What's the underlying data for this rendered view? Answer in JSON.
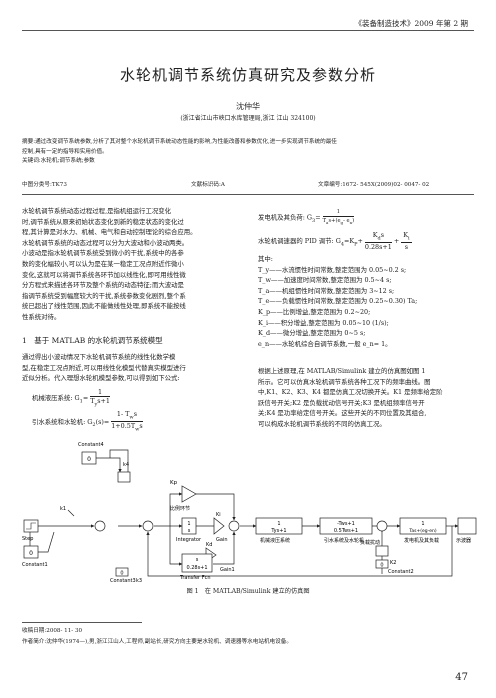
{
  "header": {
    "journal": "《装备制造技术》2009 年第 2 期"
  },
  "title": "水轮机调节系统仿真研究及参数分析",
  "author": "沈仲华",
  "affiliation": "(浙江省江山市峡口水库管理局,浙江 江山 324100)",
  "abstract": {
    "line1": "摘要:通过改变调节系统参数,分析了其对整个水轮机调节系统动态性能的影响,为性能改善和参数优化,进一步实现调节系统的最佳",
    "line2": "控制,具有一定的指导和实用价值。",
    "keywords": "关键词:水轮机;调节系统;参数"
  },
  "meta": {
    "clc": "中图分类号:TK73",
    "doc_code": "文献标识码:A",
    "article_no": "文章编号:1672- 545X(2009)02- 0047- 02"
  },
  "left": {
    "intro": [
      "水轮机调节系统动态过程过程,是指机组运行工况变化",
      "时,调节系统从原来初始状态变化到新的稳定状态的变化过",
      "程,其计算是对水力、机械、电气和自动控制理论的综合应用。",
      "水轮机调节系统的动态过程可以分为大波动和小波动两类。",
      "小波动是指水轮机调节系统受到微小的干扰,系统中的各参",
      "数的变化幅较小,可以认为是在某一稳定工况点附近作微小",
      "变化,这就可以将调节系统各环节加以线性化,即可用线性微",
      "分方程式来描述各环节及整个系统的动态特征;而大波动是",
      "指调节系统受到幅度较大的干扰,系统参数变化剧烈,整个系",
      "统已超出了线性范围,因此不能做线性处理,即系统不能按线",
      "性系统对待。"
    ],
    "section1": "1　基于 MATLAB 的水轮机调节系统模型",
    "model_text": [
      "通过得出小波动情况下水轮机调节系统的线性化数学模",
      "型,在稳定工况点附近,可以用线性化模型代替真实模型进行",
      "近似分析。代入理想水轮机模型参数,可以得到如下公式:"
    ],
    "eq1_label": "机械液压系统: G",
    "eq1_sub": "1",
    "eq1_num": "1",
    "eq1_den": "T",
    "eq1_den_sub": "y",
    "eq1_den_tail": "s+1",
    "eq2_label": "引水系统和水轮机: G",
    "eq2_sub": "2",
    "eq2_tail": "(s)=",
    "eq2_num": "1- T",
    "eq2_num_sub": "w",
    "eq2_num_tail": "s",
    "eq2_den": "1+0.5T",
    "eq2_den_sub": "w",
    "eq2_den_tail": "s"
  },
  "right": {
    "eq3_label": "发电机及其负荷: G",
    "eq3_sub": "3",
    "eq3_eq": "=",
    "eq3_num": "1",
    "eq3_den": "T",
    "eq3_den_sub": "a",
    "eq3_den_mid": "s+(e",
    "eq3_den_sub2": "g",
    "eq3_den_mid2": "- e",
    "eq3_den_sub3": "n",
    "eq3_den_tail": ")",
    "eq4_label": "水轮机调速器的 PID 调节: G",
    "eq4_sub": "4",
    "eq4_eq": "=K",
    "eq4_k": "P",
    "eq4_plus": "+",
    "eq4_num": "K",
    "eq4_num_sub": "d",
    "eq4_num_tail": "s",
    "eq4_den": "0.28s+1",
    "eq4_plus2": "+",
    "eq4_num2": "K",
    "eq4_num2_sub": "i",
    "eq4_den2": "s",
    "where": "其中:",
    "defs": [
      "T_y——水流惯性时间常数,整定范围为 0.05~0.2 s;",
      "T_w——加速度时间常数,整定范围为 0.5~4 s;",
      "T_a——机组惯性时间常数,整定范围为 3~12 s;",
      "T_e——负载惯性时间常数,整定范围为 0.25~0.30) Ta;",
      "K_p——比例增益,整定范围为 0.2~20;",
      "K_i——积分增益,整定范围为 0.05~10 (1/s);",
      "K_d——微分增益,整定范围为 0~5 s;",
      "e_n——水轮机综合自调节系数,一般 e_n= 1。"
    ],
    "matlab_text": [
      "根据上述原理,在 MATLAB/Simulink 建立的仿真图如图 1",
      "所示。它可以仿真水轮机调节系统各种工况下的频率曲线。图",
      "中,K1、K2、K3、K4 都是仿真工况切换开关。K1 是频率给定阶",
      "跃信号开关;K2 是负载扰动信号开关;K3 是机组频率信号开",
      "关;K4 是功率给定信号开关。这些开关的不同位置及其组合,",
      "可以构成水轮机调节系统的不同的仿真工况。"
    ]
  },
  "figure": {
    "constant4": "Constant4",
    "zero": "0",
    "k4": "k4",
    "kp": "Kp",
    "fig_label": "比例环节",
    "k1": "k1",
    "step": "Step",
    "constant1": "Constant1",
    "integrator": "Integrator",
    "integ_num": "1",
    "integ_den": "s",
    "gain": "Gain",
    "ki": "Ki",
    "kd": "Kd",
    "tf_num": "s",
    "tf_den": "0.28s+1",
    "transfer_fcn": "Transfer Fcn",
    "gain1": "Gain1",
    "mech_num": "1",
    "mech_den": "Tys+1",
    "mech_label": "机械液压系统",
    "water_num": "-Tws+1",
    "water_den": "0.5Tws+1",
    "water_label": "引水系统及水轮机",
    "gen_num": "1",
    "gen_den": "Tas+(eg-en)",
    "gen_label": "发电机及其负载",
    "scope_label": "示波器",
    "load_label": "负载扰动",
    "k2": "K2",
    "constant2": "Constant2",
    "k3": "k3",
    "constant3": "Constant3"
  },
  "caption": "图 1　在 MATLAB/Simulink 建立的仿真图",
  "footnote": {
    "received": "收稿日期:2008- 11- 30",
    "bio": "作者简介:沈仲华(1974—),男,浙江江山人,工程师,副站长,研究方向主要是水轮机、调速器等水电站机电设备。"
  },
  "page_number": "47"
}
